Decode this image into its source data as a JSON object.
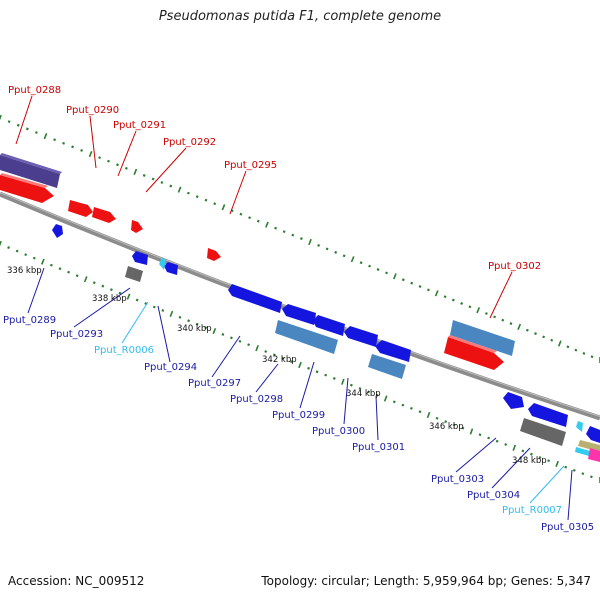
{
  "title": "Pseudomonas putida F1, complete genome",
  "footer": {
    "accession": "Accession: NC_009512",
    "summary": "Topology: circular; Length: 5,959,964 bp; Genes: 5,347"
  },
  "colors": {
    "backbone": "#8c8c8c",
    "tick": "#2e7d32",
    "label_forward": "#cc0000",
    "label_reverse": "#1a1aa6",
    "label_rna": "#33bbee",
    "feature_red": "#ee1111",
    "feature_blue": "#1515e0",
    "feature_steel": "#4a86c0",
    "feature_gray": "#666666",
    "feature_purple": "#4b3e8e",
    "feature_cyan": "#33ccee",
    "feature_magenta": "#ff33aa",
    "feature_olive": "#b8b070"
  },
  "kbp_markers": [
    "336 kbp",
    "338 kbp",
    "340 kbp",
    "342 kbp",
    "344 kbp",
    "346 kbp",
    "348 kbp"
  ],
  "genes_top": [
    "Pput_0288",
    "Pput_0290",
    "Pput_0291",
    "Pput_0292",
    "Pput_0295",
    "Pput_0302"
  ],
  "genes_bottom": [
    "Pput_0289",
    "Pput_0293",
    "Pput_R0006",
    "Pput_0294",
    "Pput_0297",
    "Pput_0298",
    "Pput_0299",
    "Pput_0300",
    "Pput_0301",
    "Pput_0303",
    "Pput_0304",
    "Pput_R0007",
    "Pput_0305"
  ]
}
